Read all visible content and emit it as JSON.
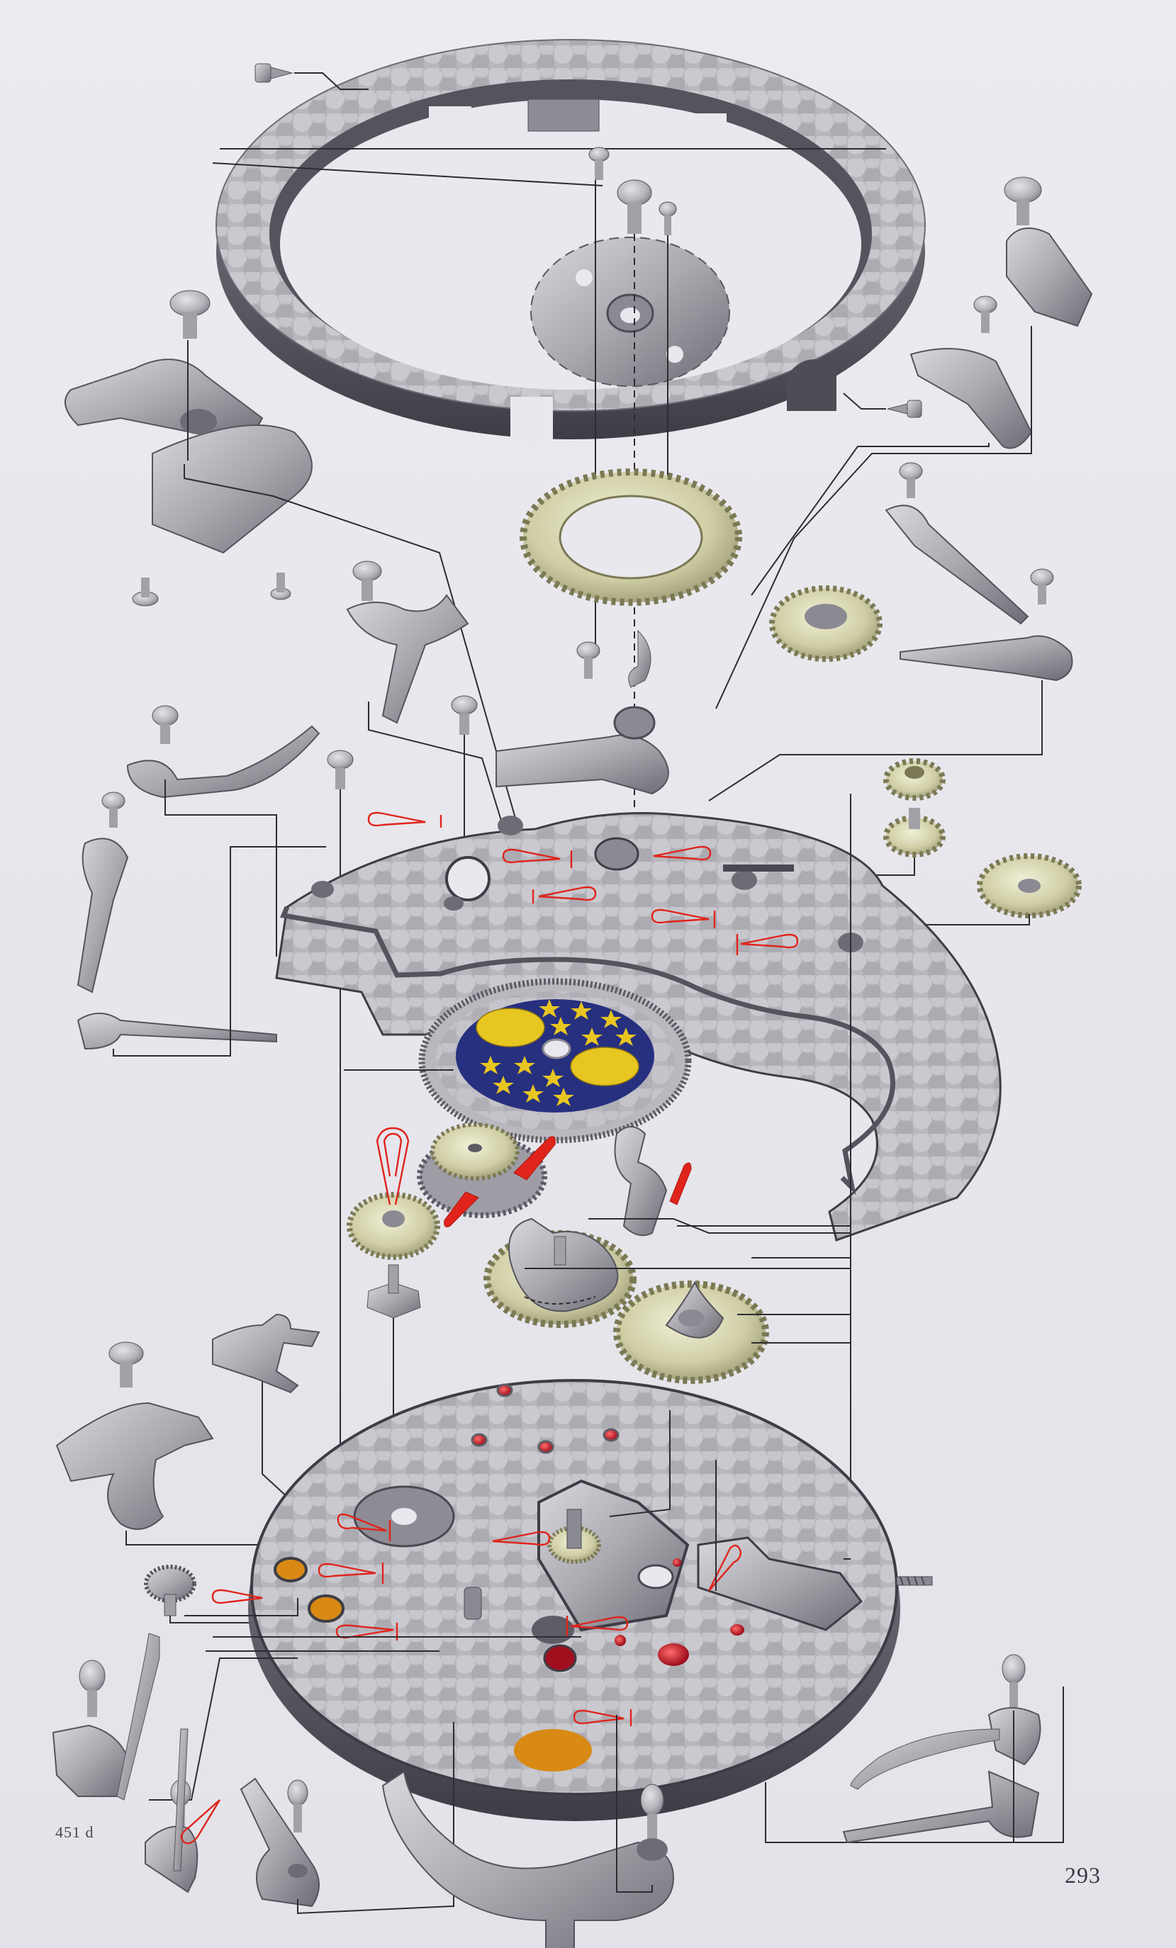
{
  "page": {
    "figure_label": "451 d",
    "page_number": "293"
  },
  "colors": {
    "paper": "#e9e8ee",
    "steel": "#a9a8ae",
    "steel_dark": "#5e5d66",
    "brass_gear": "#cfcfa6",
    "moon_disc_blue": "#27307f",
    "moon_yellow": "#e8c621",
    "oil_marker_red": "#e0241b",
    "jewel_red": "#c8102e",
    "leader_line": "#2d2c33"
  },
  "parts": [
    "movement-ring",
    "ring-screw",
    "date-star-wheel",
    "date-ring-gear",
    "moon-phase-disc",
    "main-plate",
    "calendar-bridge-plate",
    "yoke-lever",
    "setting-lever",
    "intermediate-wheels",
    "cam-wheel",
    "click-spring",
    "oil-marker",
    "winding-stem"
  ]
}
